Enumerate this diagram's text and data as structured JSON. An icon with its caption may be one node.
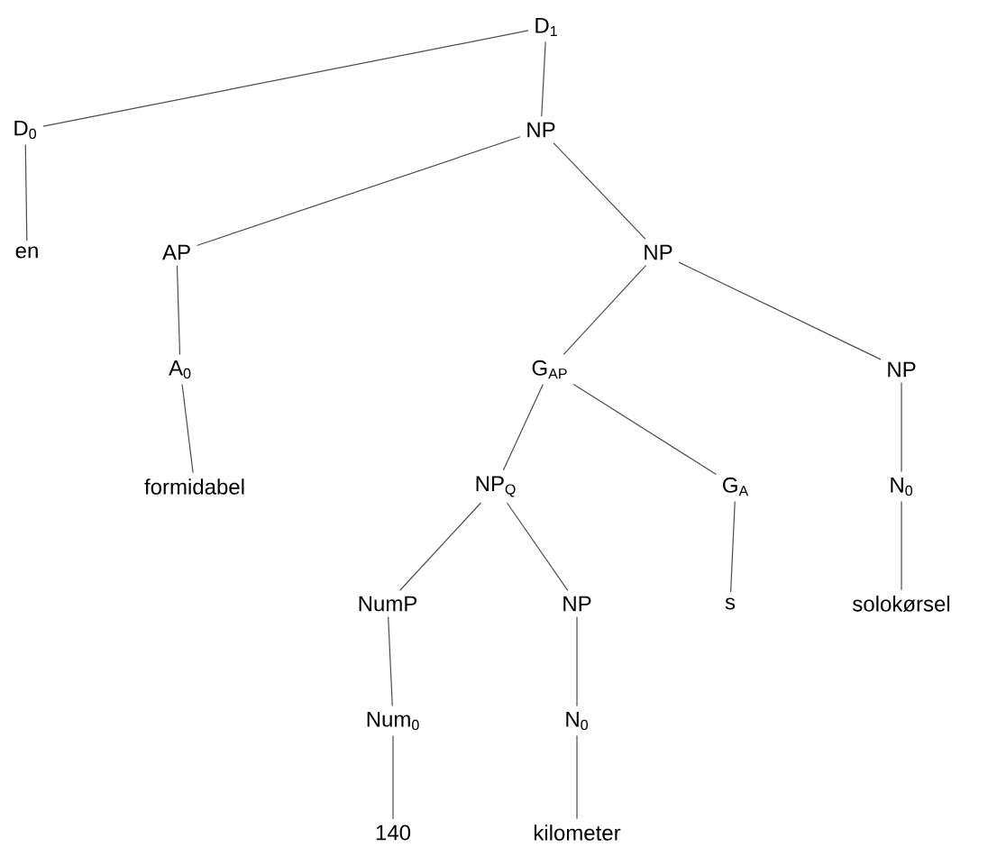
{
  "diagram": {
    "nodes": [
      {
        "text": [
          "D$_{1}$"
        ]
      },
      {
        "text": [
          "D$_{0}$"
        ]
      },
      {
        "text": [
          "NP"
        ]
      },
      {
        "text": [
          "en"
        ]
      },
      {
        "text": [
          "AP"
        ]
      },
      {
        "text": [
          "NP"
        ]
      },
      {
        "text": [
          "A$_{0}$"
        ]
      },
      {
        "text": [
          "G$_{AP}$"
        ]
      },
      {
        "text": [
          "NP"
        ]
      },
      {
        "text": [
          "formidabel"
        ]
      },
      {
        "text": [
          "NP$_{Q}$"
        ]
      },
      {
        "text": [
          "G$_{A}$"
        ]
      },
      {
        "text": [
          "N$_{0}$"
        ]
      },
      {
        "text": [
          "NumP"
        ]
      },
      {
        "text": [
          "NP"
        ]
      },
      {
        "text": [
          "s"
        ]
      },
      {
        "text": [
          "solokørsel"
        ]
      },
      {
        "text": [
          "Num$_{0}$"
        ]
      },
      {
        "text": [
          "N$_{0}$"
        ]
      },
      {
        "text": [
          "140"
        ]
      },
      {
        "text": [
          "kilometer"
        ]
      }
    ],
    "edges": [
      {
        "from": 0,
        "to": 1,
        "arrow": "none"
      },
      {
        "from": 0,
        "to": 2,
        "arrow": "none"
      },
      {
        "from": 1,
        "to": 3,
        "arrow": "none"
      },
      {
        "from": 2,
        "to": 4,
        "arrow": "none"
      },
      {
        "from": 2,
        "to": 5,
        "arrow": "none"
      },
      {
        "from": 4,
        "to": 6,
        "arrow": "none"
      },
      {
        "from": 6,
        "to": 9,
        "arrow": "none"
      },
      {
        "from": 5,
        "to": 7,
        "arrow": "none"
      },
      {
        "from": 5,
        "to": 8,
        "arrow": "none"
      },
      {
        "from": 7,
        "to": 10,
        "arrow": "none"
      },
      {
        "from": 7,
        "to": 11,
        "arrow": "none"
      },
      {
        "from": 8,
        "to": 12,
        "arrow": "none"
      },
      {
        "from": 12,
        "to": 16,
        "arrow": "none"
      },
      {
        "from": 10,
        "to": 13,
        "arrow": "none"
      },
      {
        "from": 10,
        "to": 14,
        "arrow": "none"
      },
      {
        "from": 11,
        "to": 15,
        "arrow": "none"
      },
      {
        "from": 13,
        "to": 17,
        "arrow": "none"
      },
      {
        "from": 17,
        "to": 19,
        "arrow": "none"
      },
      {
        "from": 14,
        "to": 18,
        "arrow": "none"
      },
      {
        "from": 18,
        "to": 20,
        "arrow": "none"
      }
    ]
  }
}
